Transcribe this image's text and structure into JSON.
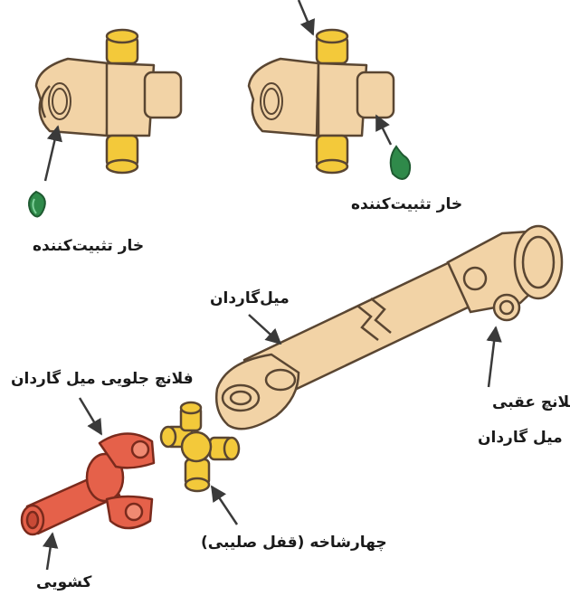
{
  "labels": {
    "clip_left": "خار تثبیت‌کننده",
    "clip_right": "خار تثبیت‌کننده",
    "shaft": "میل‌گاردان",
    "front_flange": "فلانچ جلویی میل گاردان",
    "rear_flange_line1": "فلانچ عقبی",
    "rear_flange_line2": "میل گاردان",
    "cross": "چهارشاخه (قفل صلیبی)",
    "slip_yoke": "کشویی"
  },
  "colors": {
    "yoke_body": "#f2d3a6",
    "outline": "#5a4632",
    "bearing_cap": "#f3c93a",
    "clip": "#2f8a4a",
    "slip_yoke": "#e5614a",
    "arrow": "#3a3a3a"
  }
}
